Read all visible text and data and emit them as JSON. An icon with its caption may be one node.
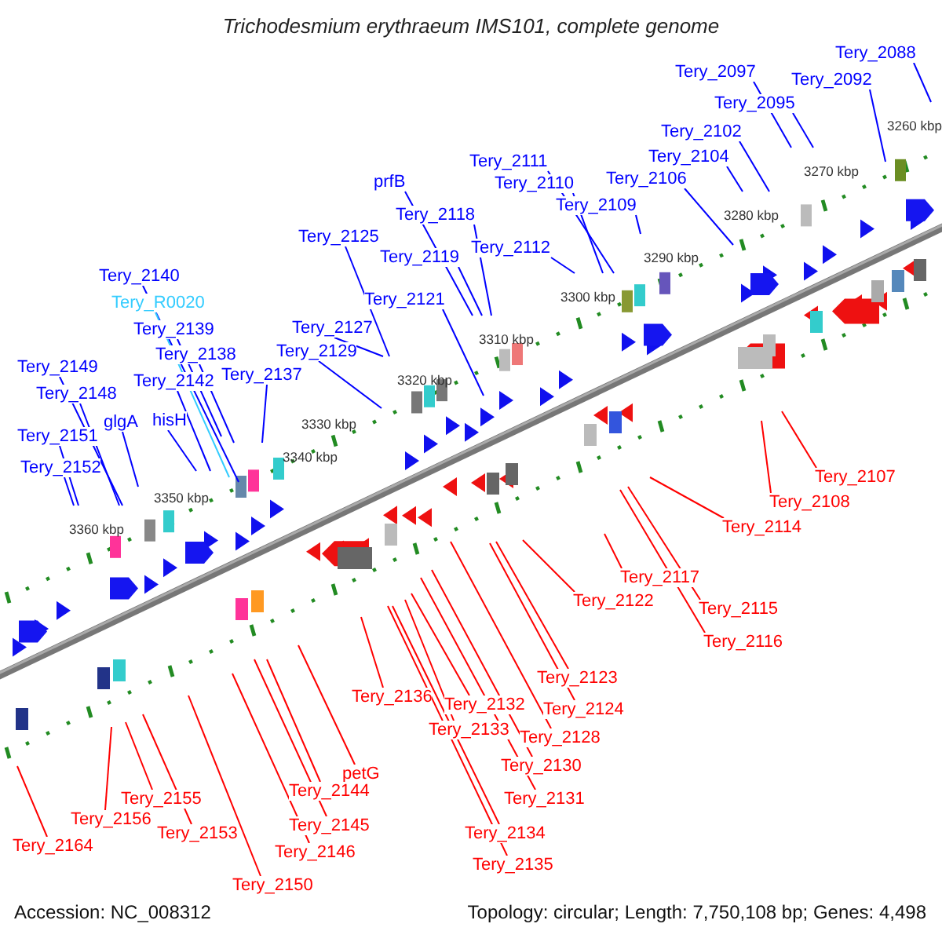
{
  "diagram": {
    "title": "Trichodesmium erythraeum IMS101, complete genome",
    "nodes": [
      {
        "text": [
          "Tery_2088"
        ]
      },
      {
        "text": [
          "Tery_2097"
        ]
      },
      {
        "text": [
          "Tery_2092"
        ]
      },
      {
        "text": [
          "Tery_2095"
        ]
      },
      {
        "text": [
          "Tery_2102"
        ]
      },
      {
        "text": [
          "Tery_2104"
        ]
      },
      {
        "text": [
          "Tery_2111"
        ]
      },
      {
        "text": [
          "Tery_2106"
        ]
      },
      {
        "text": [
          "prfB"
        ]
      },
      {
        "text": [
          "Tery_2110"
        ]
      },
      {
        "text": [
          "Tery_2118"
        ]
      },
      {
        "text": [
          "Tery_2109"
        ]
      },
      {
        "text": [
          "Tery_2125"
        ]
      },
      {
        "text": [
          "Tery_2112"
        ]
      },
      {
        "text": [
          "Tery_2119"
        ]
      },
      {
        "text": [
          "Tery_2140"
        ]
      },
      {
        "text": [
          "Tery_R0020"
        ]
      },
      {
        "text": [
          "Tery_2121"
        ]
      },
      {
        "text": [
          "Tery_2127"
        ]
      },
      {
        "text": [
          "Tery_2139"
        ]
      },
      {
        "text": [
          "Tery_2129"
        ]
      },
      {
        "text": [
          "Tery_2138"
        ]
      },
      {
        "text": [
          "Tery_2149"
        ]
      },
      {
        "text": [
          "Tery_2137"
        ]
      },
      {
        "text": [
          "Tery_2142"
        ]
      },
      {
        "text": [
          "Tery_2148"
        ]
      },
      {
        "text": [
          "hisH"
        ]
      },
      {
        "text": [
          "glgA"
        ]
      },
      {
        "text": [
          "Tery_2151"
        ]
      },
      {
        "text": [
          "Tery_2152"
        ]
      },
      {
        "text": [
          "Tery_2107"
        ]
      },
      {
        "text": [
          "Tery_2108"
        ]
      },
      {
        "text": [
          "Tery_2114"
        ]
      },
      {
        "text": [
          "Tery_2117"
        ]
      },
      {
        "text": [
          "Tery_2122"
        ]
      },
      {
        "text": [
          "Tery_2115"
        ]
      },
      {
        "text": [
          "Tery_2116"
        ]
      },
      {
        "text": [
          "Tery_2123"
        ]
      },
      {
        "text": [
          "Tery_2136"
        ]
      },
      {
        "text": [
          "Tery_2132"
        ]
      },
      {
        "text": [
          "Tery_2124"
        ]
      },
      {
        "text": [
          "Tery_2133"
        ]
      },
      {
        "text": [
          "Tery_2128"
        ]
      },
      {
        "text": [
          "Tery_2130"
        ]
      },
      {
        "text": [
          "petG"
        ]
      },
      {
        "text": [
          "Tery_2144"
        ]
      },
      {
        "text": [
          "Tery_2155"
        ]
      },
      {
        "text": [
          "Tery_2131"
        ]
      },
      {
        "text": [
          "Tery_2156"
        ]
      },
      {
        "text": [
          "Tery_2145"
        ]
      },
      {
        "text": [
          "Tery_2153"
        ]
      },
      {
        "text": [
          "Tery_2134"
        ]
      },
      {
        "text": [
          "Tery_2164"
        ]
      },
      {
        "text": [
          "Tery_2146"
        ]
      },
      {
        "text": [
          "Tery_2135"
        ]
      },
      {
        "text": [
          "Tery_2150"
        ]
      }
    ],
    "edges": [
      {
        "from": 0,
        "to": null,
        "arrow": "none"
      },
      {
        "from": 1,
        "to": null,
        "arrow": "none"
      },
      {
        "from": 2,
        "to": null,
        "arrow": "none"
      },
      {
        "from": 3,
        "to": null,
        "arrow": "none"
      },
      {
        "from": 4,
        "to": null,
        "arrow": "none"
      },
      {
        "from": 5,
        "to": null,
        "arrow": "none"
      },
      {
        "from": 6,
        "to": null,
        "arrow": "none"
      },
      {
        "from": 7,
        "to": null,
        "arrow": "none"
      },
      {
        "from": 8,
        "to": null,
        "arrow": "none"
      },
      {
        "from": 9,
        "to": null,
        "arrow": "none"
      },
      {
        "from": 10,
        "to": null,
        "arrow": "none"
      },
      {
        "from": 11,
        "to": null,
        "arrow": "none"
      },
      {
        "from": 12,
        "to": null,
        "arrow": "none"
      },
      {
        "from": 13,
        "to": null,
        "arrow": "none"
      },
      {
        "from": 14,
        "to": null,
        "arrow": "none"
      },
      {
        "from": 15,
        "to": null,
        "arrow": "none"
      },
      {
        "from": 16,
        "to": null,
        "arrow": "none",
        "color": "#33ccff"
      },
      {
        "from": 17,
        "to": null,
        "arrow": "none"
      },
      {
        "from": 18,
        "to": null,
        "arrow": "none"
      },
      {
        "from": 19,
        "to": null,
        "arrow": "none"
      },
      {
        "from": 20,
        "to": null,
        "arrow": "none"
      },
      {
        "from": 21,
        "to": null,
        "arrow": "none"
      },
      {
        "from": 22,
        "to": null,
        "arrow": "none"
      },
      {
        "from": 23,
        "to": null,
        "arrow": "none"
      },
      {
        "from": 24,
        "to": null,
        "arrow": "none"
      },
      {
        "from": 25,
        "to": null,
        "arrow": "none"
      },
      {
        "from": 26,
        "to": null,
        "arrow": "none"
      },
      {
        "from": 27,
        "to": null,
        "arrow": "none"
      },
      {
        "from": 28,
        "to": null,
        "arrow": "none"
      },
      {
        "from": 29,
        "to": null,
        "arrow": "none"
      },
      {
        "from": 30,
        "to": null,
        "arrow": "none",
        "color": "#ff0000"
      },
      {
        "from": 31,
        "to": null,
        "arrow": "none",
        "color": "#ff0000"
      },
      {
        "from": 32,
        "to": null,
        "arrow": "none",
        "color": "#ff0000"
      },
      {
        "from": 33,
        "to": null,
        "arrow": "none",
        "color": "#ff0000"
      },
      {
        "from": 34,
        "to": null,
        "arrow": "none",
        "color": "#ff0000"
      },
      {
        "from": 35,
        "to": null,
        "arrow": "none",
        "color": "#ff0000"
      },
      {
        "from": 36,
        "to": null,
        "arrow": "none",
        "color": "#ff0000"
      },
      {
        "from": 37,
        "to": null,
        "arrow": "none",
        "color": "#ff0000"
      },
      {
        "from": 38,
        "to": null,
        "arrow": "none",
        "color": "#ff0000"
      },
      {
        "from": 39,
        "to": null,
        "arrow": "none",
        "color": "#ff0000"
      },
      {
        "from": 40,
        "to": null,
        "arrow": "none",
        "color": "#ff0000"
      },
      {
        "from": 41,
        "to": null,
        "arrow": "none",
        "color": "#ff0000"
      },
      {
        "from": 42,
        "to": null,
        "arrow": "none",
        "color": "#ff0000"
      },
      {
        "from": 43,
        "to": null,
        "arrow": "none",
        "color": "#ff0000"
      },
      {
        "from": 44,
        "to": null,
        "arrow": "none",
        "color": "#ff0000"
      },
      {
        "from": 45,
        "to": null,
        "arrow": "none",
        "color": "#ff0000"
      },
      {
        "from": 46,
        "to": null,
        "arrow": "none",
        "color": "#ff0000"
      },
      {
        "from": 47,
        "to": null,
        "arrow": "none",
        "color": "#ff0000"
      },
      {
        "from": 48,
        "to": null,
        "arrow": "none",
        "color": "#ff0000"
      },
      {
        "from": 49,
        "to": null,
        "arrow": "none",
        "color": "#ff0000"
      },
      {
        "from": 50,
        "to": null,
        "arrow": "none",
        "color": "#ff0000"
      },
      {
        "from": 51,
        "to": null,
        "arrow": "none",
        "color": "#ff0000"
      },
      {
        "from": 52,
        "to": null,
        "arrow": "none",
        "color": "#ff0000"
      },
      {
        "from": 53,
        "to": null,
        "arrow": "none",
        "color": "#ff0000"
      },
      {
        "from": 54,
        "to": null,
        "arrow": "none",
        "color": "#ff0000"
      },
      {
        "from": 55,
        "to": null,
        "arrow": "none",
        "color": "#ff0000"
      }
    ],
    "labels": [
      "3260 kbp",
      "3270 kbp",
      "3280 kbp",
      "3290 kbp",
      "3300 kbp",
      "3310 kbp",
      "3320 kbp",
      "3330 kbp",
      "3340 kbp",
      "3350 kbp",
      "3360 kbp",
      "Accession: NC_008312",
      "Topology: circular; Length: 7,750,108 bp; Genes: 4,498"
    ]
  }
}
